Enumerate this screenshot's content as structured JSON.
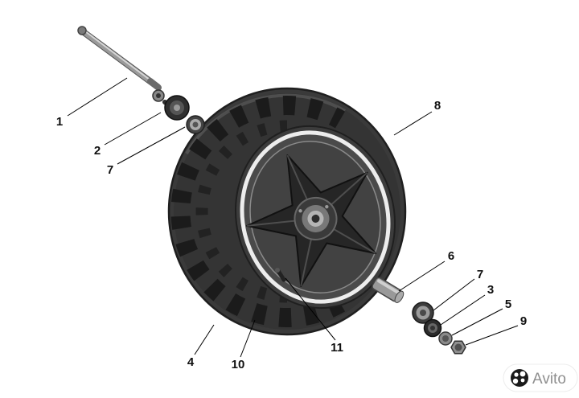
{
  "diagram": {
    "callouts": [
      "1",
      "2",
      "7",
      "8",
      "6",
      "7",
      "3",
      "5",
      "9",
      "4",
      "10",
      "11"
    ],
    "palette": {
      "background": "#ffffff",
      "leader_line": "#000000",
      "tire": "#3a3a3a",
      "tread": "#1b1b1b",
      "rim_lip": "#ededed",
      "spokes": "#262626",
      "metal": "#999999",
      "number_text": "#101010",
      "watermark_text": "#8f8f8f"
    }
  },
  "watermark": {
    "text": "Avito"
  }
}
